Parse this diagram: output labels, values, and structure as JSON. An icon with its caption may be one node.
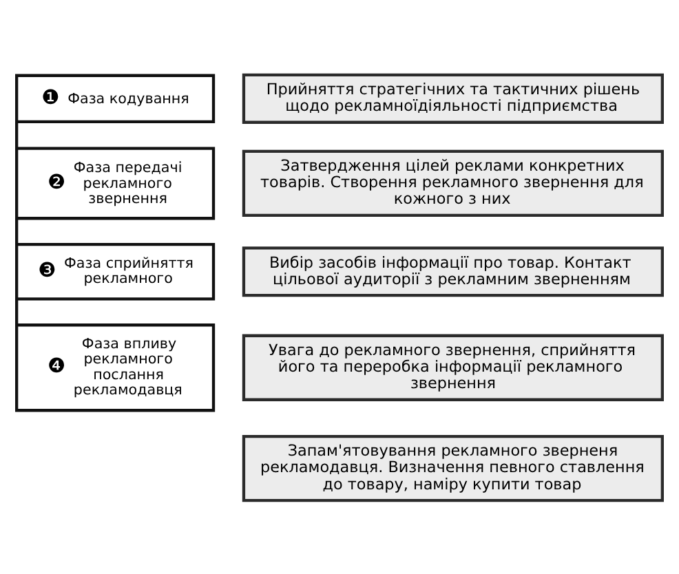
{
  "diagram": {
    "nodes": [
      {
        "text": [
          "Прийняття стратегічних та тактичних рішень щодо рекламноїдіяльності підприємства"
        ]
      },
      {
        "text": [
          "❶",
          "Фаза кодування"
        ]
      },
      {
        "text": [
          "Затвердження цілей реклами конкретних товарів. Створення рекламного звернення для кожного з них"
        ]
      },
      {
        "text": [
          "❷",
          "Фаза передачі рекламного звернення"
        ]
      },
      {
        "text": [
          "Вибір засобів інформації про товар. Контакт цільової аудиторії з рекламним зверненням"
        ]
      },
      {
        "text": [
          "❸",
          "Фаза сприйняття рекламного"
        ]
      },
      {
        "text": [
          "Увага до рекламного звернення, сприйняття його та переробка інформації рекламного звернення"
        ]
      },
      {
        "text": [
          "❹",
          "Фаза впливу рекламного послання рекламодавця"
        ]
      },
      {
        "text": [
          "Запам'ятовування рекламного зверненя рекламодавця. Визначення певного ставлення до товару, наміру купити товар"
        ]
      }
    ],
    "edges": [
      {
        "from": 1,
        "to": 3,
        "arrow": "none"
      },
      {
        "from": 3,
        "to": 5,
        "arrow": "none"
      },
      {
        "from": 5,
        "to": 7,
        "arrow": "none"
      }
    ]
  }
}
